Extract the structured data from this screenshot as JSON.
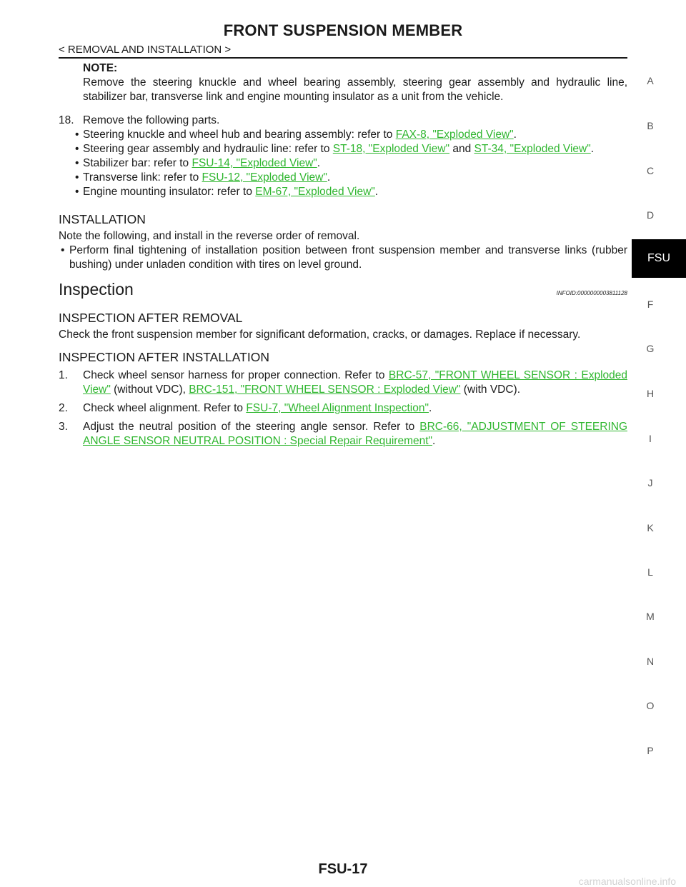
{
  "header": {
    "title": "FRONT SUSPENSION MEMBER",
    "breadcrumb": "< REMOVAL AND INSTALLATION >"
  },
  "removal": {
    "note_label": "NOTE:",
    "note_text": "Remove the steering knuckle and wheel bearing assembly, steering gear assembly and hydraulic line, stabilizer bar, transverse link and engine mounting insulator as a unit from the vehicle.",
    "step18": {
      "num": "18.",
      "text": "Remove the following parts.",
      "items": [
        {
          "pre": "Steering knuckle and wheel hub and bearing assembly: refer to ",
          "link": "FAX-8, \"Exploded View\"",
          "post": "."
        },
        {
          "pre": "Steering gear assembly and hydraulic line: refer to ",
          "link": "ST-18, \"Exploded View\"",
          "mid": " and ",
          "link2": "ST-34, \"Exploded View\"",
          "post": "."
        },
        {
          "pre": "Stabilizer bar: refer to ",
          "link": "FSU-14, \"Exploded View\"",
          "post": "."
        },
        {
          "pre": "Transverse link: refer to ",
          "link": "FSU-12, \"Exploded View\"",
          "post": "."
        },
        {
          "pre": "Engine mounting insulator: refer to ",
          "link": "EM-67, \"Exploded View\"",
          "post": "."
        }
      ]
    }
  },
  "installation": {
    "heading": "INSTALLATION",
    "intro": "Note the following, and install in the reverse order of removal.",
    "bullet": "Perform final tightening of installation position between front suspension member and transverse links (rubber bushing) under unladen condition with tires on level ground."
  },
  "inspection": {
    "heading": "Inspection",
    "infoid": "INFOID:0000000003811128",
    "after_removal_heading": "INSPECTION AFTER REMOVAL",
    "after_removal_text": "Check the front suspension member for significant deformation, cracks, or damages. Replace if necessary.",
    "after_install_heading": "INSPECTION AFTER INSTALLATION",
    "steps": [
      {
        "num": "1.",
        "pre": "Check wheel sensor harness for proper connection. Refer to ",
        "link": "BRC-57, \"FRONT WHEEL SENSOR : Exploded View\"",
        "mid": " (without VDC), ",
        "link2": "BRC-151, \"FRONT WHEEL SENSOR : Exploded View\"",
        "post": " (with VDC)."
      },
      {
        "num": "2.",
        "pre": "Check wheel alignment. Refer to ",
        "link": "FSU-7, \"Wheel Alignment Inspection\"",
        "post": "."
      },
      {
        "num": "3.",
        "pre": "Adjust the neutral position of the steering angle sensor. Refer to ",
        "link": "BRC-66, \"ADJUSTMENT OF STEERING ANGLE SENSOR NEUTRAL POSITION : Special Repair Requirement\"",
        "post": "."
      }
    ]
  },
  "index": {
    "letters": [
      "A",
      "B",
      "C",
      "D",
      "F",
      "G",
      "H",
      "I",
      "J",
      "K",
      "L",
      "M",
      "N",
      "O",
      "P"
    ],
    "active": "FSU"
  },
  "footer": {
    "page_number": "FSU-17",
    "watermark": "carmanualsonline.info"
  }
}
